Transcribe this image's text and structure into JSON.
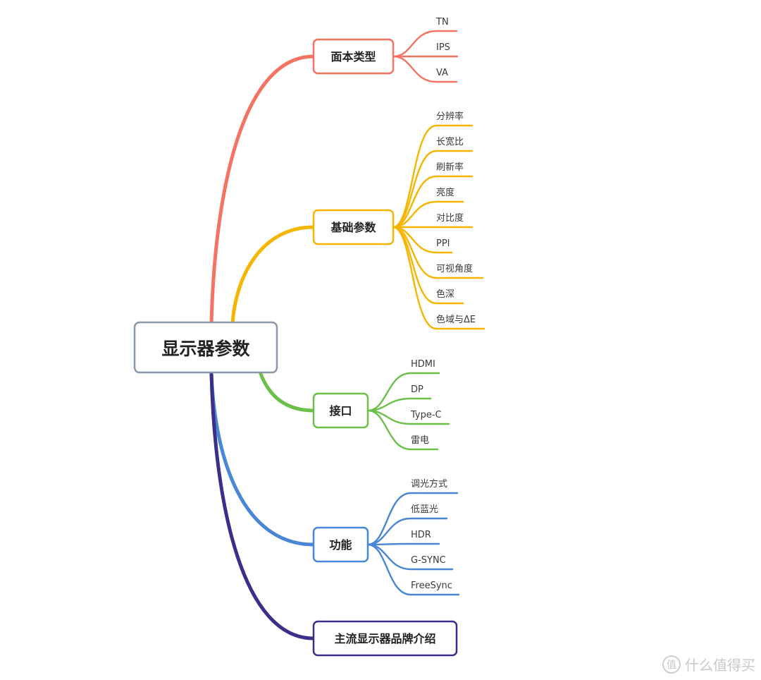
{
  "root": {
    "label": "显示器参数",
    "color": "#8a97a8"
  },
  "branches": [
    {
      "label": "面本类型",
      "color": "#f57362",
      "children": [
        "TN",
        "IPS",
        "VA"
      ]
    },
    {
      "label": "基础参数",
      "color": "#f6b500",
      "children": [
        "分辨率",
        "长宽比",
        "刷新率",
        "亮度",
        "对比度",
        "PPI",
        "可视角度",
        "色深",
        "色域与ΔE"
      ]
    },
    {
      "label": "接口",
      "color": "#6cc04a",
      "children": [
        "HDMI",
        "DP",
        "Type-C",
        "雷电"
      ]
    },
    {
      "label": "功能",
      "color": "#4a86d6",
      "children": [
        "调光方式",
        "低蓝光",
        "HDR",
        "G-SYNC",
        "FreeSync"
      ]
    },
    {
      "label": "主流显示器品牌介绍",
      "color": "#3a2f8a",
      "children": []
    }
  ],
  "watermark": {
    "icon": "zhi-icon",
    "icon_glyph": "值",
    "text": "什么值得买"
  }
}
